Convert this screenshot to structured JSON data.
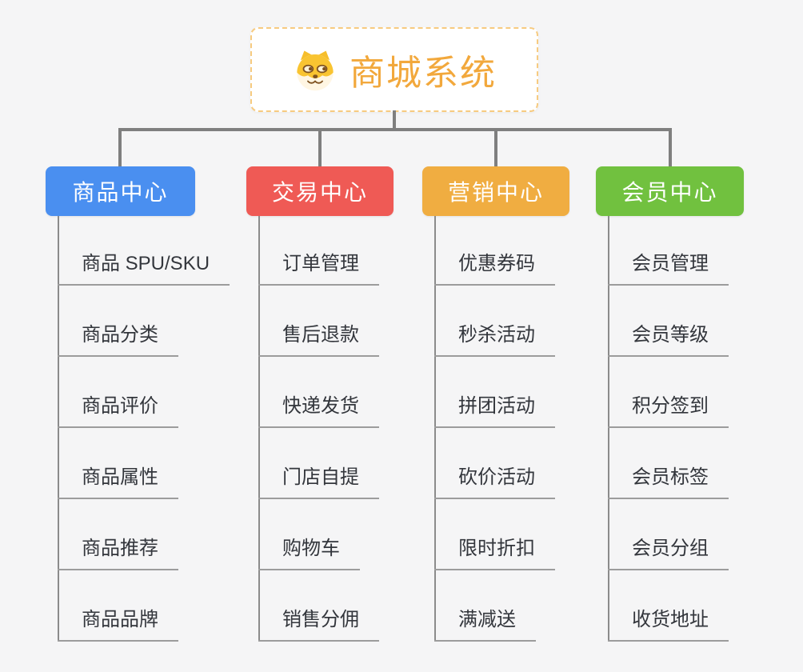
{
  "root": {
    "title": "商城系统",
    "icon": "shiba-dog-icon",
    "accent_color": "#F2A83C",
    "border_color": "#F7CB80"
  },
  "connector_color": "#7F7F7F",
  "item_text_color": "#33363C",
  "item_line_color": "#9C9C9C",
  "branches": [
    {
      "id": "product-center",
      "label": "商品中心",
      "color": "#4A8FF0",
      "items": [
        "商品 SPU/SKU",
        "商品分类",
        "商品评价",
        "商品属性",
        "商品推荐",
        "商品品牌"
      ]
    },
    {
      "id": "trade-center",
      "label": "交易中心",
      "color": "#EF5A55",
      "items": [
        "订单管理",
        "售后退款",
        "快递发货",
        "门店自提",
        "购物车",
        "销售分佣"
      ]
    },
    {
      "id": "marketing-center",
      "label": "营销中心",
      "color": "#F0AD41",
      "items": [
        "优惠券码",
        "秒杀活动",
        "拼团活动",
        "砍价活动",
        "限时折扣",
        "满减送"
      ]
    },
    {
      "id": "member-center",
      "label": "会员中心",
      "color": "#71C13F",
      "items": [
        "会员管理",
        "会员等级",
        "积分签到",
        "会员标签",
        "会员分组",
        "收货地址"
      ]
    }
  ]
}
